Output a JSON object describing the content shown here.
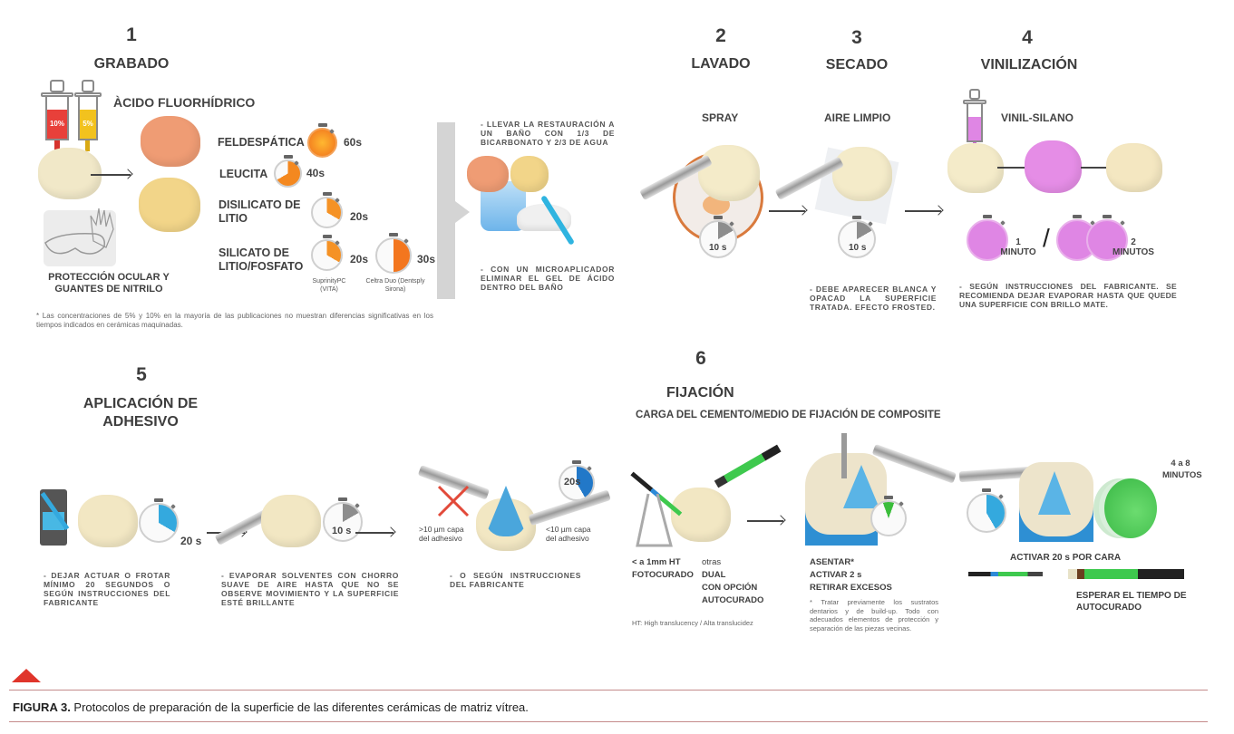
{
  "step1": {
    "number": "1",
    "title": "GRABADO",
    "acid": "ÀCIDO FLUORHÍDRICO",
    "syringes": [
      {
        "label": "10%",
        "color": "#e8403a"
      },
      {
        "label": "5%",
        "color": "#f2c21e"
      }
    ],
    "protection": "PROTECCIÓN OCULAR Y GUANTES DE NITRILO",
    "ceramics": [
      {
        "name": "FELDESPÁTICA",
        "time": "60s",
        "fraction": 1.0
      },
      {
        "name": "LEUCITA",
        "time": "40s",
        "fraction": 0.667
      },
      {
        "name": "DISILICATO DE LITIO",
        "time": "20s",
        "fraction": 0.333
      },
      {
        "name": "SILICATO DE LITIO/FOSFATO",
        "time": "20s",
        "fraction": 0.333,
        "brand": "SuprinityPC (VITA)"
      },
      {
        "name": "",
        "time": "30s",
        "fraction": 0.5,
        "brand": "Celtra Duo (Dentsply Sirona)"
      }
    ],
    "footnote": "* Las concentraciones de 5% y 10% en la mayoría de las publicaciones no muestran diferencias significativas en los tiempos indicados en cerámicas maquinadas.",
    "bath_note": "- LLEVAR LA RESTAURACIÓN A UN BAÑO CON 1/3 DE BICARBONATO Y 2/3 DE AGUA",
    "applicator_note": "- CON UN MICROAPLICADOR ELIMINAR EL GEL DE ÁCIDO DENTRO DEL BAÑO"
  },
  "step2": {
    "number": "2",
    "title": "LAVADO",
    "method": "SPRAY",
    "timer": "10 s",
    "fraction": 0.167
  },
  "step3": {
    "number": "3",
    "title": "SECADO",
    "method": "AIRE LIMPIO",
    "timer": "10 s",
    "fraction": 0.167,
    "note": "- DEBE APARECER BLANCA Y OPACAD LA SUPERFICIE TRATADA. EFECTO FROSTED."
  },
  "step4": {
    "number": "4",
    "title": "VINILIZACIÓN",
    "agent": "VINIL-SILANO",
    "timer1": "1 MINUTO",
    "separator": "/",
    "timer2": "2 MINUTOS",
    "note": "- SEGÚN INSTRUCCIONES DEL FABRICANTE. SE RECOMIENDA DEJAR EVAPORAR HASTA QUE QUEDE UNA SUPERFICIE CON BRILLO MATE.",
    "color": "#df86e4"
  },
  "step5": {
    "number": "5",
    "title": "APLICACIÓN DE ADHESIVO",
    "timer_a": "20 s",
    "timer_b": "10 s",
    "timer_c": "20s",
    "thick_label": ">10 µm capa del adhesivo",
    "thin_label": "<10 µm capa del adhesivo",
    "note_a": "- DEJAR ACTUAR O FROTAR MÍNIMO 20 SEGUNDOS O SEGÚN INSTRUCCIONES DEL FABRICANTE",
    "note_b": "- EVAPORAR SOLVENTES CON CHORRO SUAVE DE AIRE HASTA QUE NO SE OBSERVE MOVIMIENTO Y LA SUPERFICIE ESTÉ BRILLANTE",
    "note_c": "- O SEGÚN INSTRUCCIONES DEL FABRICANTE",
    "color": "#34a9de"
  },
  "step6": {
    "number": "6",
    "title": "FIJACIÓN",
    "subtitle": "CARGA DEL CEMENTO/MEDIO DE FIJACIÓN DE COMPOSITE",
    "col_left": [
      "< a 1mm HT",
      "FOTOCURADO"
    ],
    "col_right": [
      "otras",
      "DUAL",
      "CON OPCIÓN",
      "AUTOCURADO"
    ],
    "ht_note": "HT: High translucency / Alta translucidez",
    "seat_steps": [
      "ASENTAR*",
      "ACTIVAR 2 s",
      "RETIRAR EXCESOS"
    ],
    "seat_note": "* Tratar previamente los sustratos dentarios y de build-up. Todo con adecuados elementos de protección y separación de las piezas vecinas.",
    "activate": "ACTIVAR 20 s POR CARA",
    "autocure_time": "4 a 8 MINUTOS",
    "wait": "ESPERAR EL TIEMPO DE AUTOCURADO",
    "green": "#3ec94e"
  },
  "caption": {
    "label": "FIGURA 3.",
    "text": " Protocolos de preparación de la superficie de las diferentes cerámicas de matriz vítrea.",
    "accent": "#e0352b"
  }
}
